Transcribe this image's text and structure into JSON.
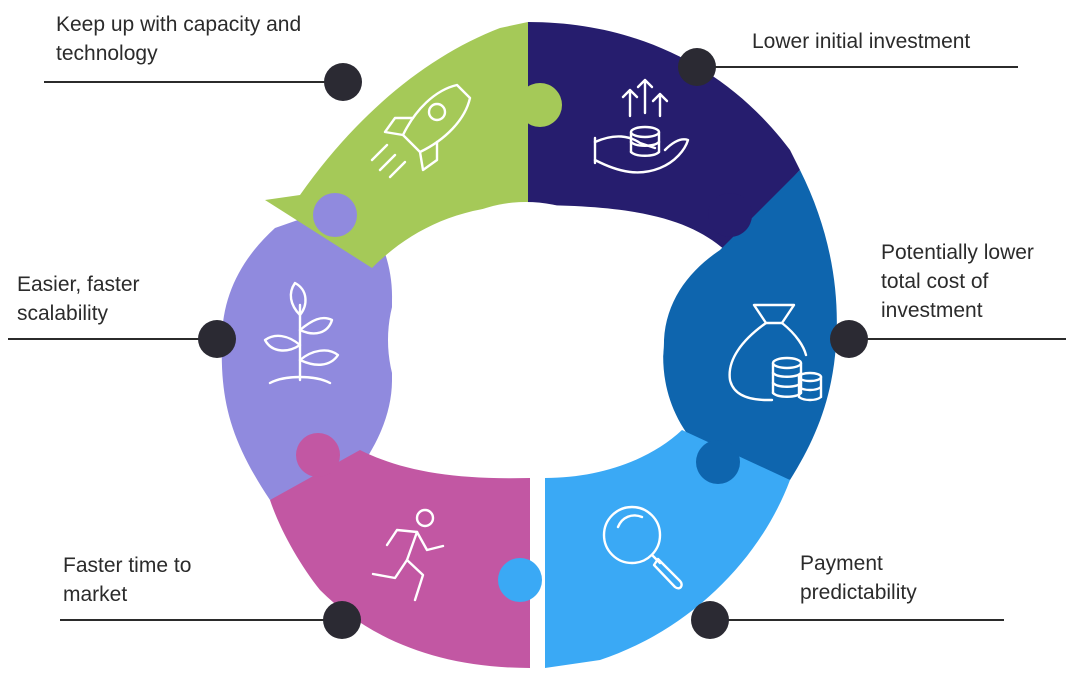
{
  "segments": [
    {
      "key": "keep-up",
      "icon": "rocket-icon",
      "color": "#a5c958",
      "label_lines": [
        "Keep up with capacity and",
        "technology"
      ]
    },
    {
      "key": "lower-initial",
      "icon": "hand-coins-icon",
      "color": "#261d6e",
      "label_lines": [
        "Lower initial investment"
      ]
    },
    {
      "key": "lower-total",
      "icon": "money-bag-icon",
      "color": "#0e65ae",
      "label_lines": [
        "Potentially lower",
        "total cost of",
        "investment"
      ]
    },
    {
      "key": "payment",
      "icon": "magnifier-icon",
      "color": "#3aa9f5",
      "label_lines": [
        "Payment",
        "predictability"
      ]
    },
    {
      "key": "faster-market",
      "icon": "runner-icon",
      "color": "#c257a3",
      "label_lines": [
        "Faster time to",
        "market"
      ]
    },
    {
      "key": "scalability",
      "icon": "plant-icon",
      "color": "#908ade",
      "label_lines": [
        "Easier, faster",
        "scalability"
      ]
    }
  ],
  "colors": {
    "dot": "#2b2a33",
    "line": "#2b2b2b",
    "icon_stroke": "#ffffff",
    "text": "#2b2b2b"
  }
}
